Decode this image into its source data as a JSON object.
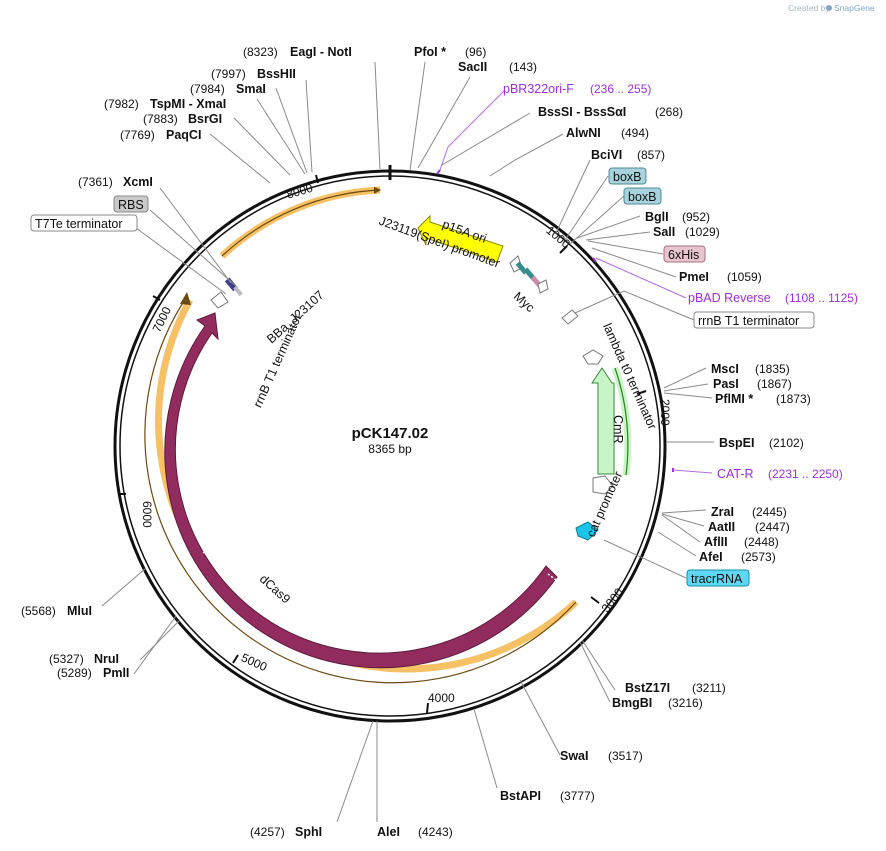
{
  "credit": {
    "prefix": "Created by",
    "brand": "SnapGene"
  },
  "plasmid": {
    "name": "pCK147.02",
    "size": "8365 bp",
    "length": 8365
  },
  "ticks": [
    "1000",
    "2000",
    "3000",
    "4000",
    "5000",
    "6000",
    "7000",
    "8000"
  ],
  "sites": [
    {
      "name": "EagI - NotI",
      "pos": "(8323)"
    },
    {
      "name": "PfoI *",
      "pos": "(96)"
    },
    {
      "name": "SacII",
      "pos": "(143)"
    },
    {
      "name": "BssSI - BssSαI",
      "pos": "(268)"
    },
    {
      "name": "AlwNI",
      "pos": "(494)"
    },
    {
      "name": "BciVI",
      "pos": "(857)"
    },
    {
      "name": "BglI",
      "pos": "(952)"
    },
    {
      "name": "SalI",
      "pos": "(1029)"
    },
    {
      "name": "PmeI",
      "pos": "(1059)"
    },
    {
      "name": "MscI",
      "pos": "(1835)"
    },
    {
      "name": "PasI",
      "pos": "(1867)"
    },
    {
      "name": "PflMI *",
      "pos": "(1873)"
    },
    {
      "name": "BspEI",
      "pos": "(2102)"
    },
    {
      "name": "ZraI",
      "pos": "(2445)"
    },
    {
      "name": "AatII",
      "pos": "(2447)"
    },
    {
      "name": "AflII",
      "pos": "(2448)"
    },
    {
      "name": "AfeI",
      "pos": "(2573)"
    },
    {
      "name": "BstZ17I",
      "pos": "(3211)"
    },
    {
      "name": "BmgBI",
      "pos": "(3216)"
    },
    {
      "name": "SwaI",
      "pos": "(3517)"
    },
    {
      "name": "BstAPI",
      "pos": "(3777)"
    },
    {
      "name": "AleI",
      "pos": "(4243)"
    },
    {
      "name": "SphI",
      "pos": "(4257)"
    },
    {
      "name": "PmlI",
      "pos": "(5289)"
    },
    {
      "name": "NruI",
      "pos": "(5327)"
    },
    {
      "name": "MluI",
      "pos": "(5568)"
    },
    {
      "name": "XcmI",
      "pos": "(7361)"
    },
    {
      "name": "PaqCI",
      "pos": "(7769)"
    },
    {
      "name": "BsrGI",
      "pos": "(7883)"
    },
    {
      "name": "TspMI - XmaI",
      "pos": "(7982)"
    },
    {
      "name": "SmaI",
      "pos": "(7984)"
    },
    {
      "name": "BssHII",
      "pos": "(7997)"
    }
  ],
  "primers": [
    {
      "name": "pBR322ori-F",
      "pos": "(236 .. 255)"
    },
    {
      "name": "pBAD Reverse",
      "pos": "(1108 .. 1125)"
    },
    {
      "name": "CAT-R",
      "pos": "(2231 .. 2250)"
    }
  ],
  "feature_boxes": [
    {
      "name": "boxB",
      "color": "#a8d3dd"
    },
    {
      "name": "boxB",
      "color": "#a8d3dd"
    },
    {
      "name": "6xHis",
      "color": "#e8c4cf"
    },
    {
      "name": "rrnB T1 terminator",
      "color": "#ffffff"
    },
    {
      "name": "tracrRNA",
      "color": "#5fd6f2"
    },
    {
      "name": "RBS",
      "color": "#c8c8c8"
    },
    {
      "name": "T7Te terminator",
      "color": "#ffffff"
    }
  ],
  "features": {
    "p15A_ori": "p15A ori",
    "cmr": "CmR",
    "dcas9": "dCas9",
    "j23119": "J23119(SpeI) promoter",
    "myc": "Myc",
    "lambda": "lambda t0 terminator",
    "cat_promoter": "cat promoter",
    "rrnb_inner": "rrnB T1 terminator",
    "bba": "BBa_J23107"
  },
  "colors": {
    "ori": "#ffff00",
    "cmr": "#c8f5c8",
    "dcas9": "#922c5f",
    "orf": "#f6c065",
    "primer": "#9b30d9",
    "tracr": "#1cc4ea"
  }
}
